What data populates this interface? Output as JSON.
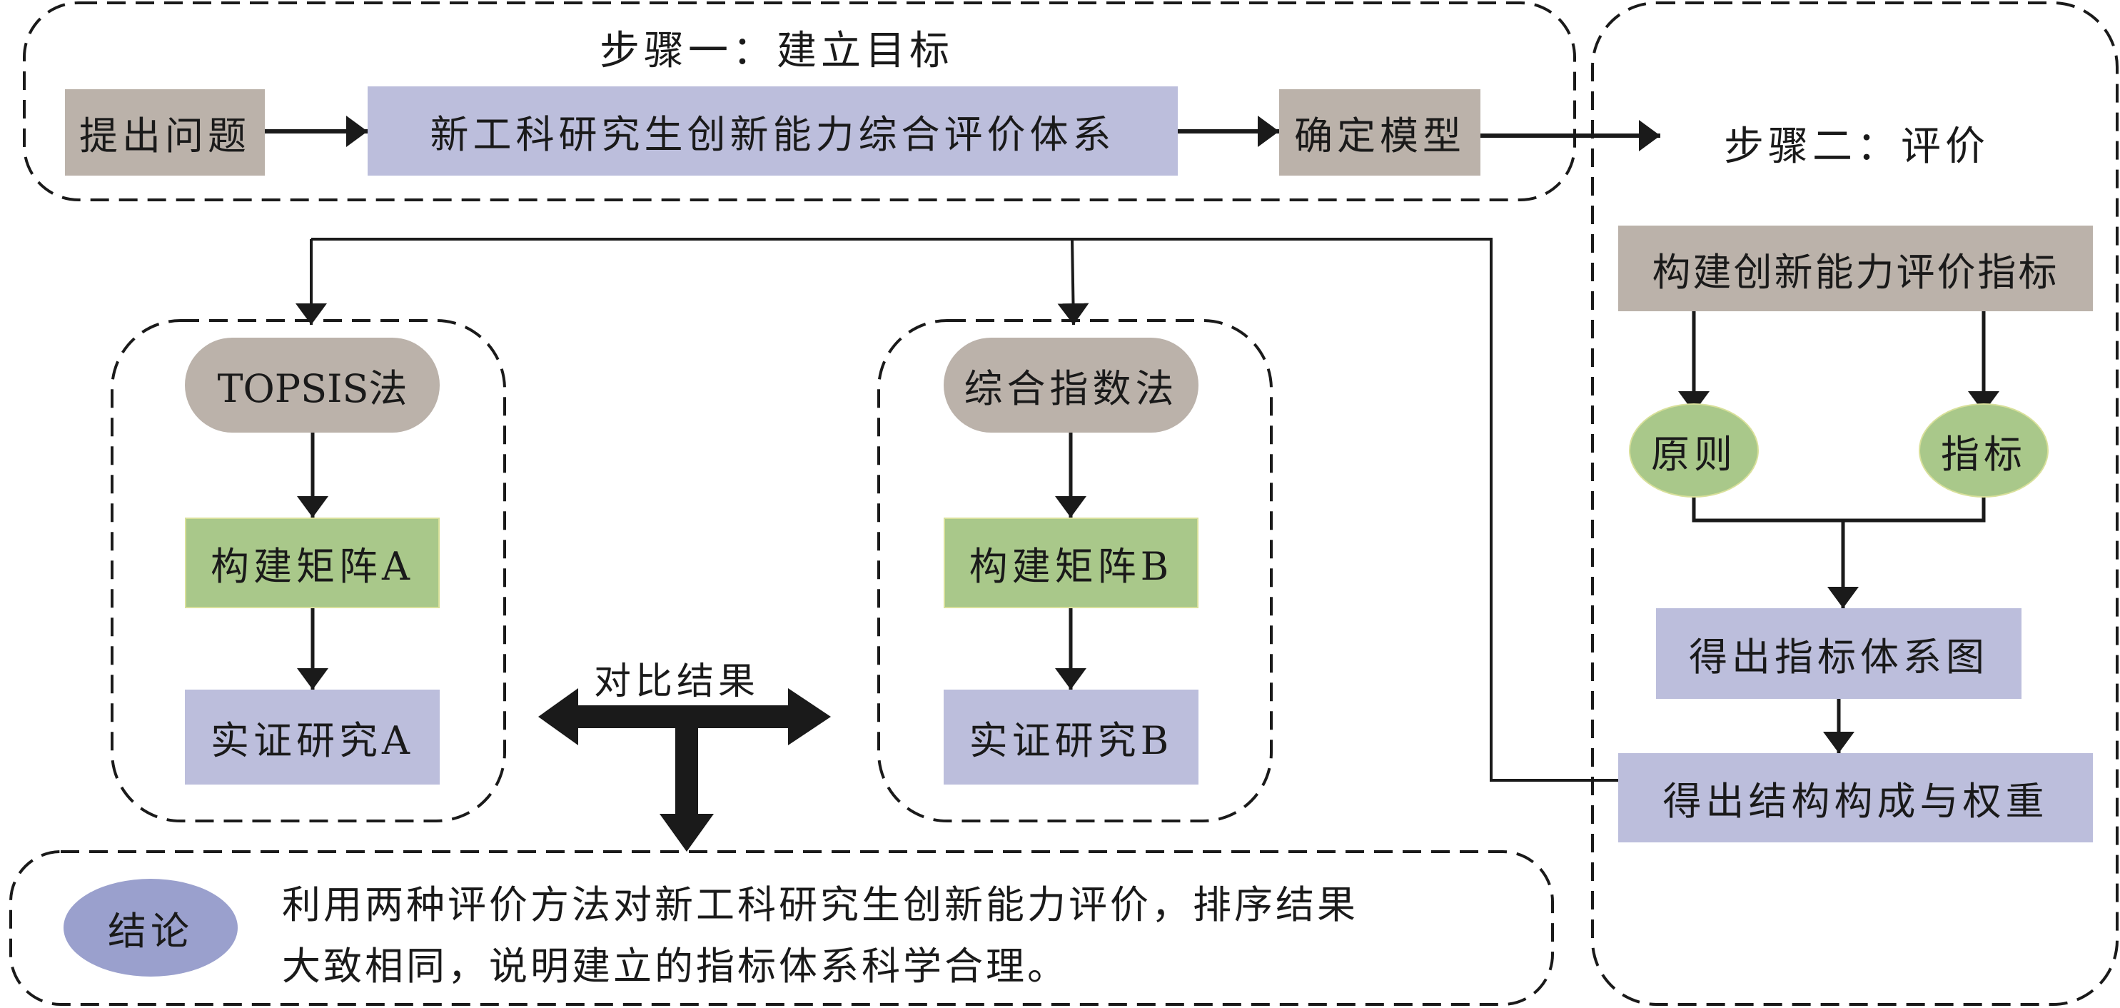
{
  "colors": {
    "tan": "#bbb2aa",
    "blue": "#bcbedc",
    "green": "#a9c88a",
    "conclusion": "#9aa0cd",
    "line": "#1a1a1a"
  },
  "step1": {
    "title": "步骤一：建立目标",
    "raise_problem": "提出问题",
    "system": "新工科研究生创新能力综合评价体系",
    "determine_model": "确定模型"
  },
  "step2": {
    "title": "步骤二：评价",
    "build_indicators": "构建创新能力评价指标",
    "principle": "原则",
    "indicator": "指标",
    "system_chart": "得出指标体系图",
    "structure_weights": "得出结构构成与权重"
  },
  "methodA": {
    "name": "TOPSIS法",
    "matrix": "构建矩阵A",
    "study": "实证研究A"
  },
  "methodB": {
    "name": "综合指数法",
    "matrix": "构建矩阵B",
    "study": "实证研究B"
  },
  "compare": {
    "label": "对比结果"
  },
  "conclusion": {
    "tag": "结论",
    "line1": "利用两种评价方法对新工科研究生创新能力评价，排序结果",
    "line2": "大致相同，说明建立的指标体系科学合理。"
  }
}
